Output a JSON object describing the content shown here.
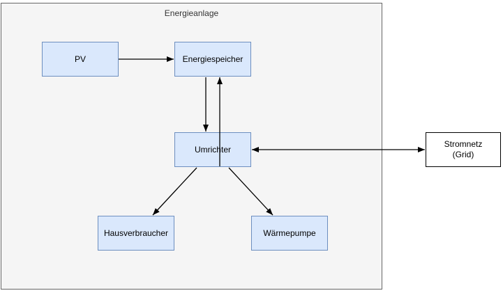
{
  "diagram": {
    "container": {
      "title": "Energieanlage"
    },
    "nodes": [
      {
        "id": "pv",
        "label": "PV",
        "style": "blue"
      },
      {
        "id": "energiespeicher",
        "label": "Energiespeicher",
        "style": "blue"
      },
      {
        "id": "umrichter",
        "label": "Umrichter",
        "style": "blue"
      },
      {
        "id": "hausverbraucher",
        "label": "Hausverbraucher",
        "style": "blue"
      },
      {
        "id": "waermepumpe",
        "label": "Wärmepumpe",
        "style": "blue"
      },
      {
        "id": "stromnetz",
        "label": "Stromnetz",
        "sublabel": "(Grid)",
        "style": "external-white"
      }
    ],
    "edges": [
      {
        "from": "PV",
        "to": "Energiespeicher",
        "type": "directed"
      },
      {
        "from": "Energiespeicher",
        "to": "Umrichter",
        "type": "directed"
      },
      {
        "from": "Umrichter",
        "to": "Energiespeicher",
        "type": "directed"
      },
      {
        "from": "Umrichter",
        "to": "Stromnetz (Grid)",
        "type": "bidirectional"
      },
      {
        "from": "Umrichter",
        "to": "Hausverbraucher",
        "type": "directed"
      },
      {
        "from": "Umrichter",
        "to": "Wärmepumpe",
        "type": "directed"
      }
    ],
    "colors": {
      "node_fill": "#dae8fc",
      "node_border": "#6c8ebf",
      "container_fill": "#f5f5f5",
      "container_border": "#666666",
      "external_node_fill": "#ffffff",
      "external_node_border": "#000000",
      "arrow": "#000000"
    }
  }
}
